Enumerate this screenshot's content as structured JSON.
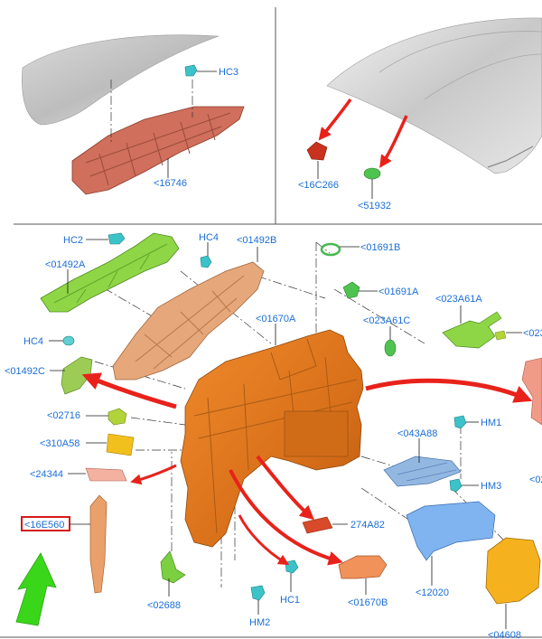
{
  "colors": {
    "label": "#1a6ed8",
    "arrow_red": "#e8221b",
    "arrow_green": "#3ad61a",
    "highlight_box": "#d41a1a"
  },
  "panel_top_left": {
    "labels": {
      "hc3": "HC3",
      "p16746": "<16746"
    }
  },
  "panel_top_right": {
    "labels": {
      "p16c266": "<16C266",
      "p51932": "<51932"
    }
  },
  "panel_main": {
    "labels": {
      "hc2": "HC2",
      "hc4_top": "HC4",
      "p01492b": "<01492B",
      "p01691b": "<01691B",
      "p01492a": "<01492A",
      "p01691a": "<01691A",
      "p023a61a": "<023A61A",
      "p023_cut": "<023",
      "p01670a": "<01670A",
      "p023a61c": "<023A61C",
      "hc4_left": "HC4",
      "p01492c": "<01492C",
      "p02716": "<02716",
      "hm1": "HM1",
      "p043a88": "<043A88",
      "p310a58": "<310A58",
      "p24344": "<24344",
      "hm3": "HM3",
      "p02_cut": "<02",
      "p16e560": "<16E560",
      "p274a82": "274A82",
      "p02688": "<02688",
      "hc1": "HC1",
      "p01670b": "<01670B",
      "p12020": "<12020",
      "hm2": "HM2",
      "p04608": "<04608"
    }
  }
}
